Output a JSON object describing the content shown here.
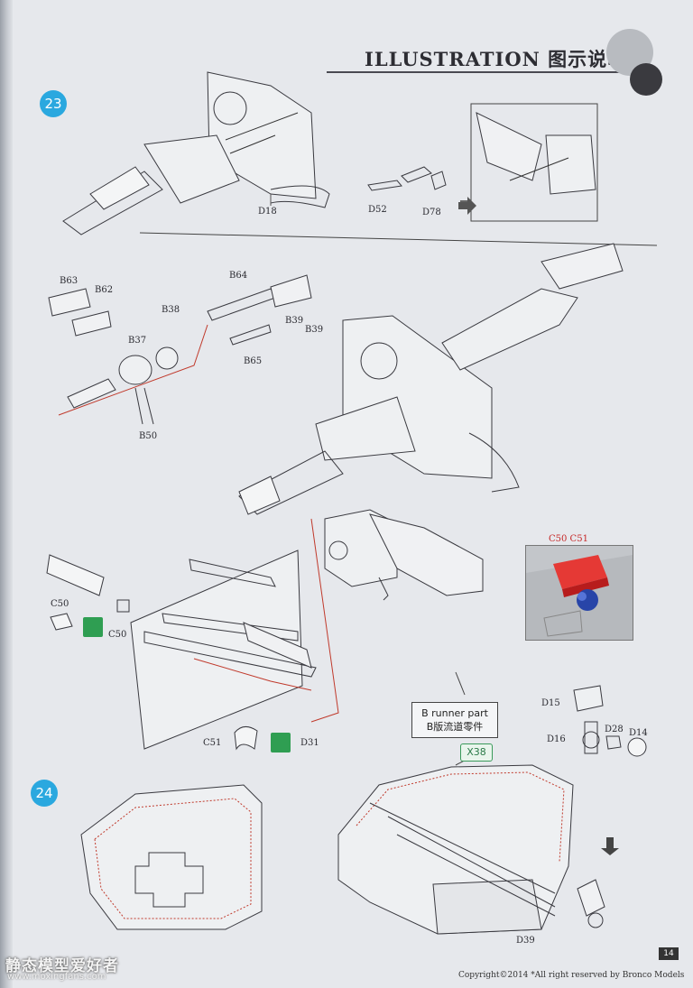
{
  "header": {
    "title": "ILLUSTRATION 图示说明:"
  },
  "steps": {
    "step23": "23",
    "step24": "24"
  },
  "labels": {
    "d18": "D18",
    "d52": "D52",
    "d78": "D78",
    "b63": "B63",
    "b62": "B62",
    "b64": "B64",
    "b38": "B38",
    "b37": "B37",
    "b39a": "B39",
    "b39b": "B39",
    "b65": "B65",
    "b50": "B50",
    "c50a": "C50",
    "c50b": "C50",
    "c51": "C51",
    "d31": "D31",
    "d15": "D15",
    "d16": "D16",
    "d28": "D28",
    "d14": "D14",
    "d39": "D39"
  },
  "photo": {
    "caption": "C50  C51"
  },
  "runner": {
    "line1": "B runner part",
    "line2": "B版流道零件",
    "count": "X38"
  },
  "footer": {
    "page_number": "14",
    "copyright": "Copyright©2014  *All right reserved by Bronco Models"
  },
  "watermark": {
    "text": "静态模型爱好者",
    "url": "www.moxingfans.com"
  },
  "colors": {
    "accent": "#2aa8df",
    "guide_line": "#c0392b",
    "highlight_part": "#e53935",
    "glue_icon": "#2f9e52"
  }
}
